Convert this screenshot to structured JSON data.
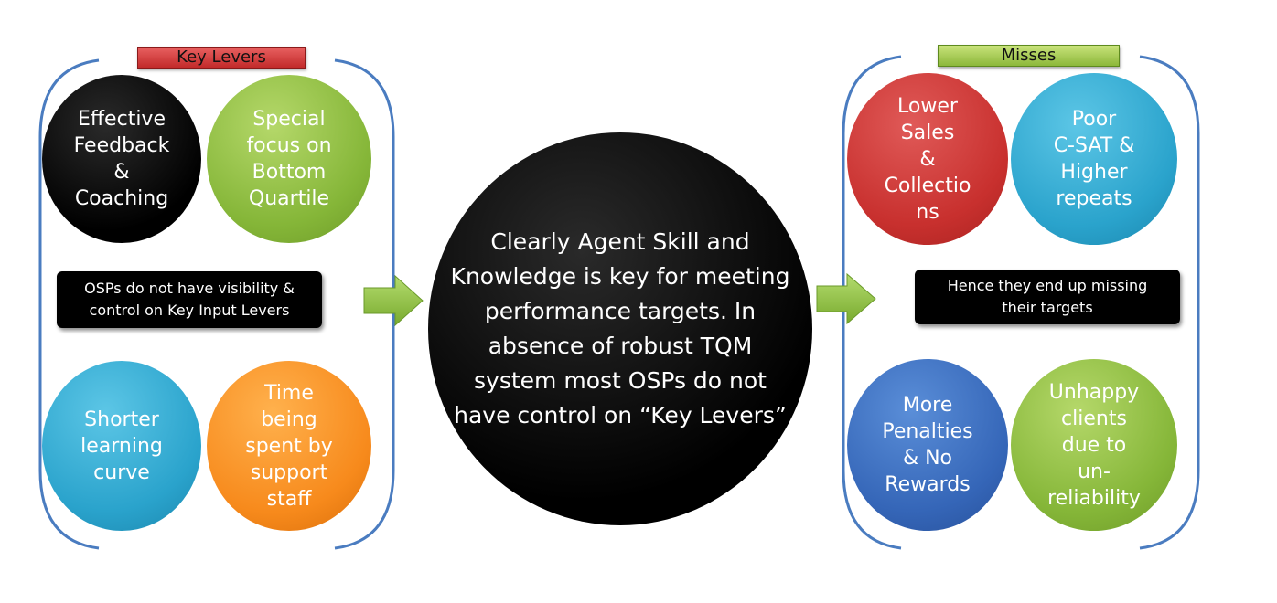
{
  "left_panel": {
    "tag": "Key  Levers",
    "circles": [
      {
        "text": "Effective\nFeedback\n&\nCoaching"
      },
      {
        "text": "Special\nfocus on\nBottom\nQuartile"
      },
      {
        "text": "Shorter\nlearning\ncurve"
      },
      {
        "text": "Time\nbeing\nspent by\nsupport\nstaff"
      }
    ],
    "note": "OSPs do not have visibility &\ncontrol on Key Input Levers"
  },
  "center": {
    "text": "Clearly Agent Skill and Knowledge is key for meeting performance targets. In absence of robust TQM system most OSPs do not have control on “Key Levers”"
  },
  "right_panel": {
    "tag": "Misses",
    "circles": [
      {
        "text": "Lower\nSales\n&\nCollectio\nns"
      },
      {
        "text": "Poor\nC-SAT &\nHigher\nrepeats"
      },
      {
        "text": "More\nPenalties\n& No\nRewards"
      },
      {
        "text": "Unhappy\nclients\ndue to\nun-\nreliability"
      }
    ],
    "note": "Hence they end up missing\ntheir targets"
  },
  "colors": {
    "bracket": "#4a7cc0",
    "arrow": "#8dc63f",
    "key_levers_tag": "#d03a3a",
    "misses_tag": "#9cc84a"
  }
}
